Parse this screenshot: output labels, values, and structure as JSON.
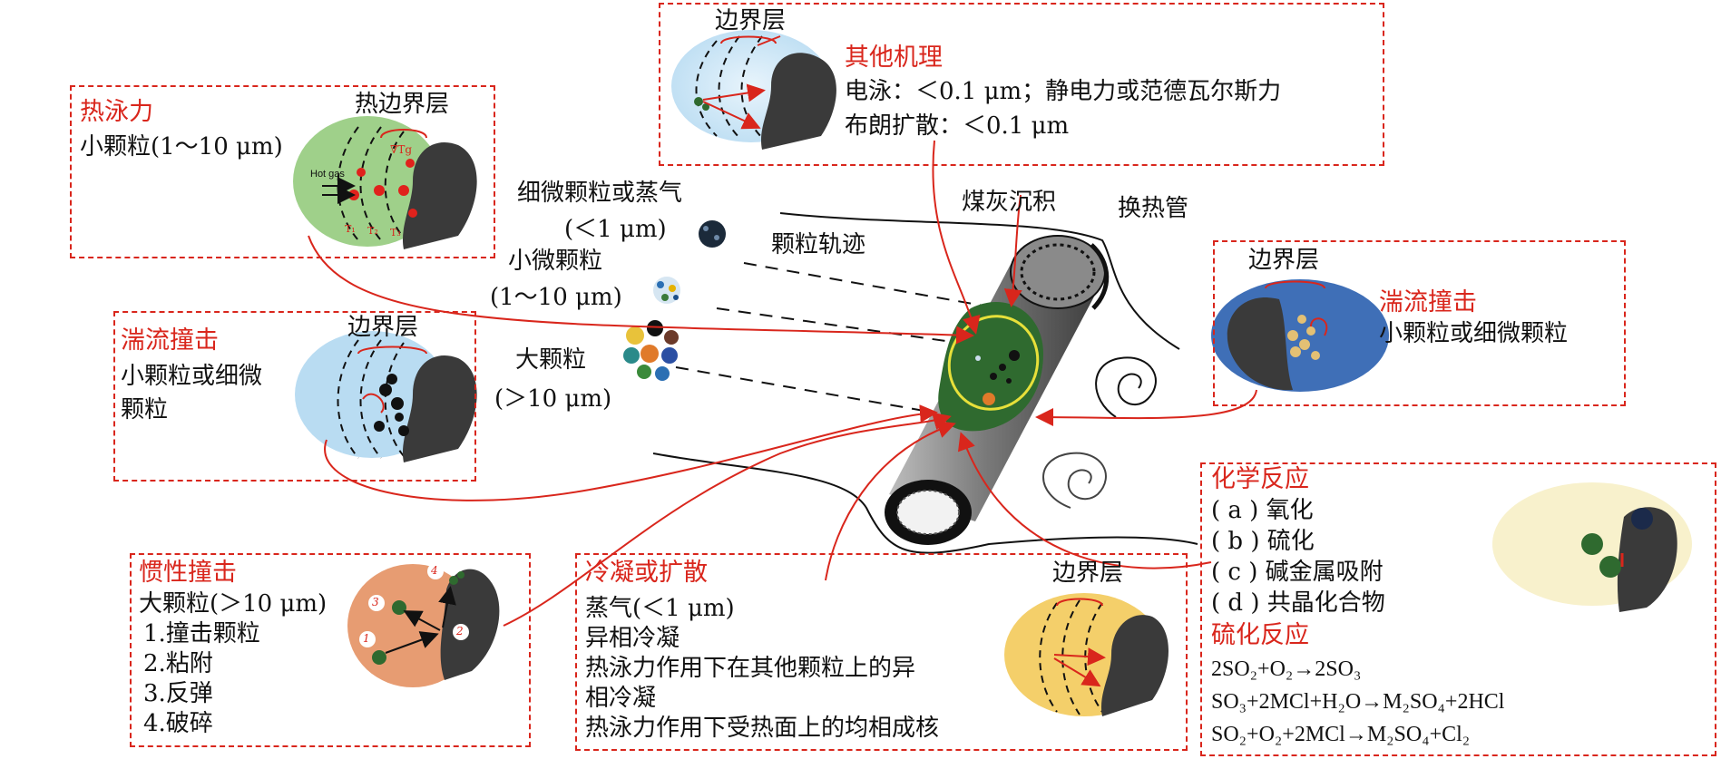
{
  "box_other": {
    "boundary_layer": "边界层",
    "title": "其他机理",
    "line1": "电泳：＜0.1 μm；静电力或范德瓦尔斯力",
    "line2": "布朗扩散：＜0.1 μm"
  },
  "box_thermo": {
    "title": "热泳力",
    "line1": "小颗粒(1～10 μm)",
    "layer_label": "热边界层",
    "hot_gas": "Hot gas",
    "t1": "T₁",
    "t2": "T₂",
    "t3": "T₃",
    "tg": "∇Tg"
  },
  "box_turb_left": {
    "title": "湍流撞击",
    "line1": "小颗粒或细微",
    "line2": "颗粒",
    "layer_label": "边界层"
  },
  "box_turb_right": {
    "title": "湍流撞击",
    "line1": "小颗粒或细微颗粒",
    "layer_label": "边界层"
  },
  "box_inertia": {
    "title": "惯性撞击",
    "line1": "大颗粒(＞10 μm)",
    "items": [
      "1.撞击颗粒",
      "2.粘附",
      "3.反弹",
      "4.破碎"
    ],
    "markers": [
      "1",
      "2",
      "3",
      "4"
    ]
  },
  "box_condense": {
    "title": "冷凝或扩散",
    "layer_label": "边界层",
    "lines": [
      "蒸气(＜1 μm)",
      "异相冷凝",
      "热泳力作用下在其他颗粒上的异",
      "相冷凝",
      "热泳力作用下受热面上的均相成核"
    ]
  },
  "box_chem": {
    "title": "化学反应",
    "items": [
      "( a ) 氧化",
      "( b ) 硫化",
      "( c ) 碱金属吸附",
      "( d ) 共晶化合物"
    ],
    "subtitle": "硫化反应",
    "eq1": "2SO₂+O₂→2SO₃",
    "eq2": "SO₃+2MCl+H₂O→M₂SO₄+2HCl",
    "eq3": "SO₂+O₂+2MCl→M₂SO₄+Cl₂"
  },
  "center": {
    "fine_particles": "细微颗粒或蒸气",
    "fine_size": "(＜1 μm)",
    "small_particles": "小微颗粒",
    "small_size": "(1～10 μm)",
    "large_particles": "大颗粒",
    "large_size": "(＞10 μm)",
    "trajectory": "颗粒轨迹",
    "ash_deposit": "煤灰沉积",
    "heat_tube": "换热管"
  },
  "colors": {
    "accent_red": "#d9261c",
    "boundary_blue": "#cfe6f6",
    "thermal_green": "#9fd08a",
    "inertia_orange": "#e79c72",
    "condense_yellow": "#f4cf6a",
    "turb_blue": "#3f6fb7",
    "tube_gray": "#6e6e6e",
    "ash_green": "#2f6a2f"
  }
}
